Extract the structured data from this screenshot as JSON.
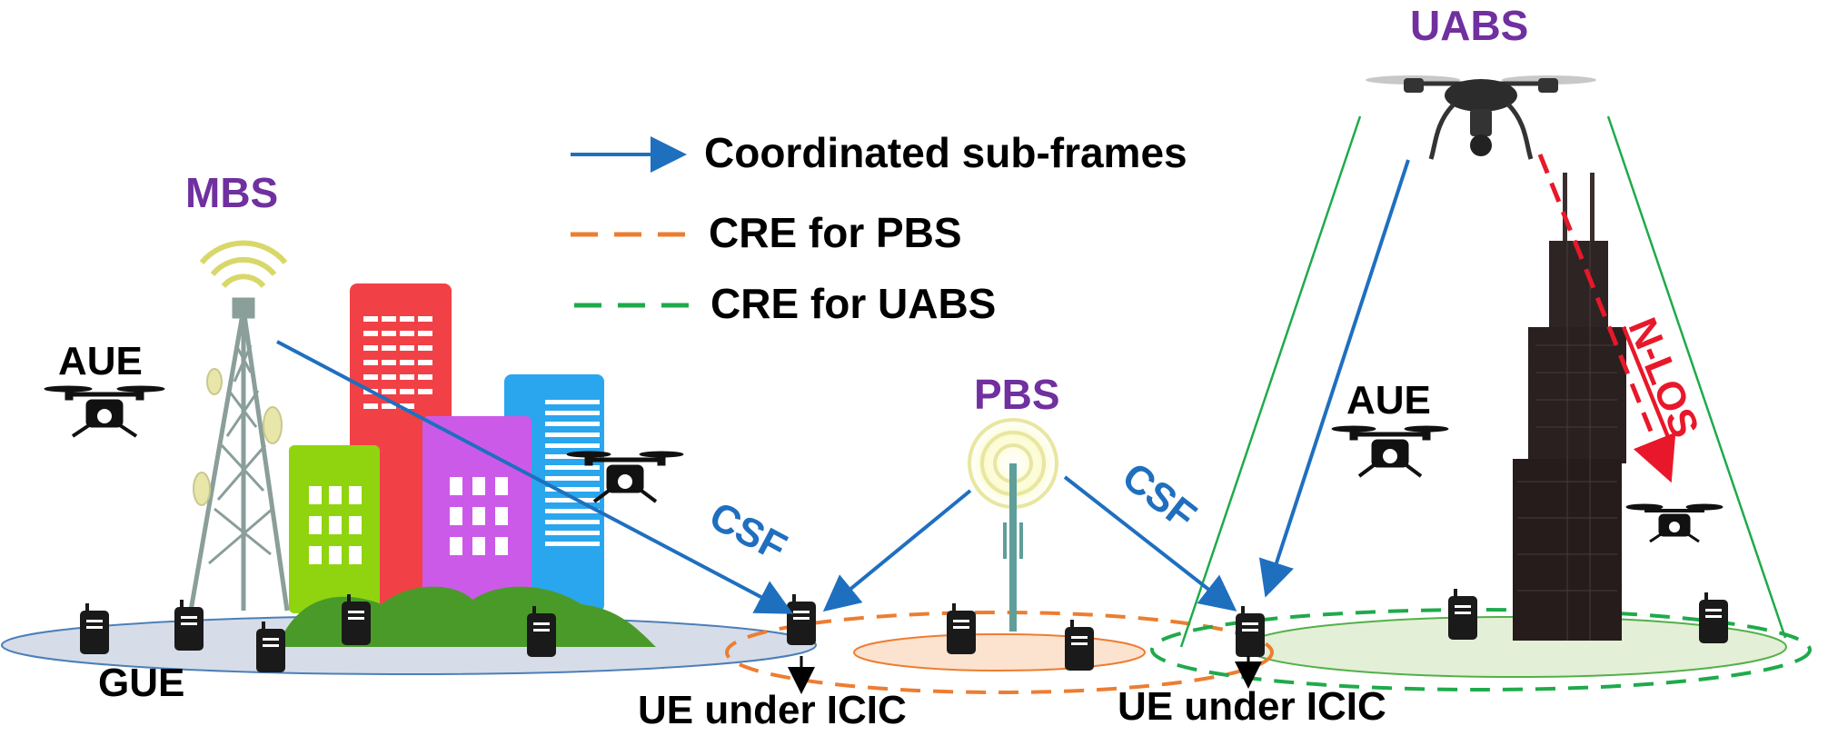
{
  "labels": {
    "mbs": "MBS",
    "pbs": "PBS",
    "uabs": "UABS",
    "aue_left": "AUE",
    "aue_right": "AUE",
    "gue": "GUE",
    "ue_icic_left": "UE under ICIC",
    "ue_icic_right": "UE under ICIC",
    "csf_left": "CSF",
    "csf_right": "CSF",
    "nlos": "N-LOS"
  },
  "legend": {
    "coordinated": "Coordinated sub-frames",
    "cre_pbs": "CRE for PBS",
    "cre_uabs": "CRE for UABS"
  },
  "colors": {
    "station_label": "#7030a0",
    "arrow_blue": "#1f6fbf",
    "cre_pbs": "#ed7d31",
    "cre_uabs": "#1faa4b",
    "nlos_red": "#e8182a",
    "ground_blue": "#d6dde8",
    "ground_peach": "#fbe3cf",
    "ground_green": "#e3efd6"
  }
}
